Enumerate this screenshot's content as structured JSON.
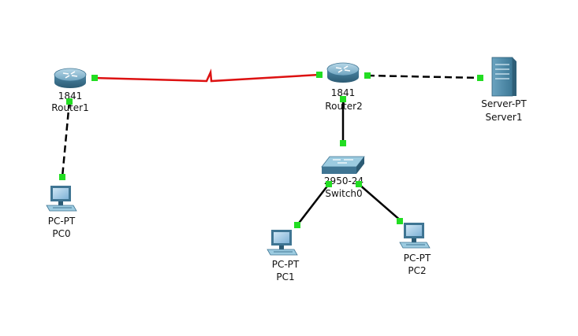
{
  "devices": {
    "router1": {
      "model": "1841",
      "name": "Router1"
    },
    "router2": {
      "model": "1841",
      "name": "Router2"
    },
    "server1": {
      "model": "Server-PT",
      "name": "Server1"
    },
    "switch0": {
      "model": "2950-24",
      "name": "Switch0"
    },
    "pc0": {
      "model": "PC-PT",
      "name": "PC0"
    },
    "pc1": {
      "model": "PC-PT",
      "name": "PC1"
    },
    "pc2": {
      "model": "PC-PT",
      "name": "PC2"
    }
  },
  "links": [
    {
      "from": "router1",
      "to": "router2",
      "type": "serial",
      "color": "#dd1111"
    },
    {
      "from": "router2",
      "to": "server1",
      "type": "crossover",
      "color": "#000000"
    },
    {
      "from": "router1",
      "to": "pc0",
      "type": "crossover",
      "color": "#000000"
    },
    {
      "from": "router2",
      "to": "switch0",
      "type": "straight",
      "color": "#000000"
    },
    {
      "from": "switch0",
      "to": "pc1",
      "type": "straight",
      "color": "#000000"
    },
    {
      "from": "switch0",
      "to": "pc2",
      "type": "straight",
      "color": "#000000"
    }
  ],
  "colors": {
    "link_up": "#22dd22",
    "serial": "#dd1111",
    "device_blue": "#4d8fae"
  },
  "icons": {
    "router": "router-icon",
    "switch": "switch-icon",
    "server": "server-icon",
    "pc": "pc-icon"
  }
}
